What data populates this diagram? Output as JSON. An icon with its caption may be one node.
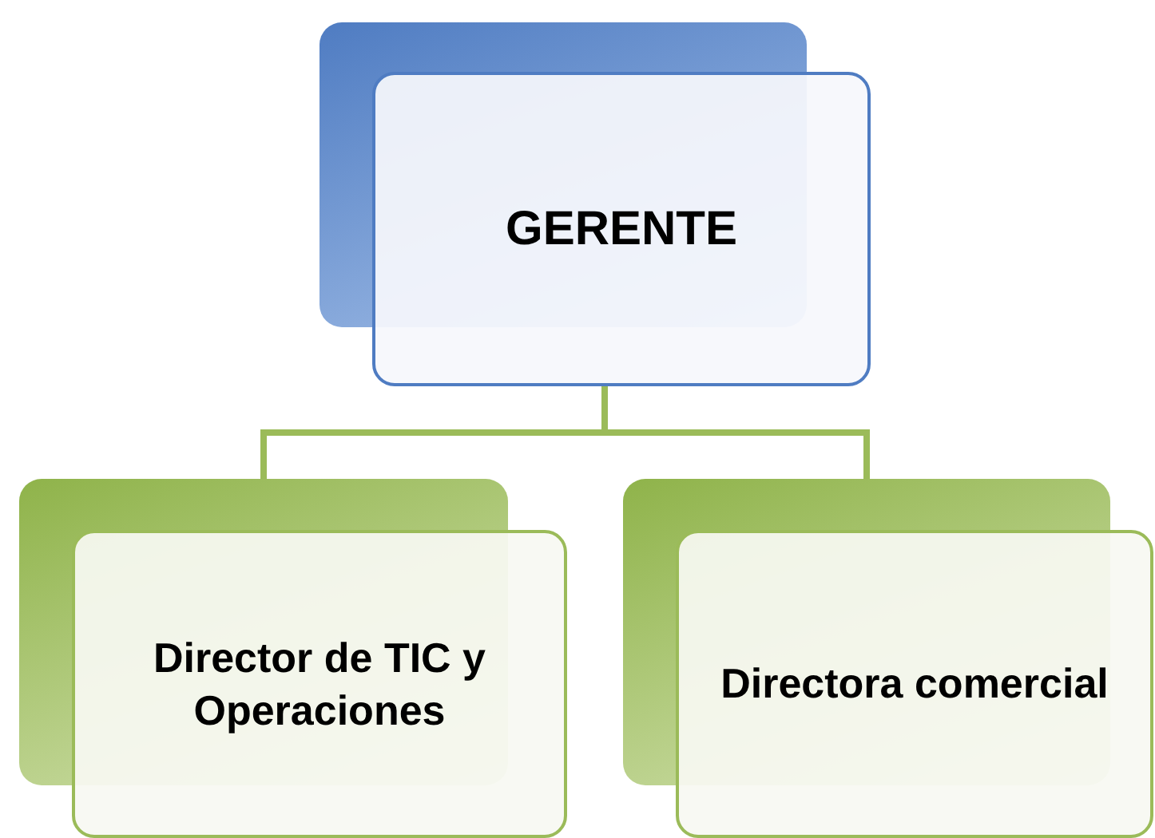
{
  "diagram": {
    "nodes": [
      {
        "text": [
          "GERENTE"
        ]
      },
      {
        "text": [
          "Director de TIC y Operaciones"
        ]
      },
      {
        "text": [
          "Directora comercial"
        ]
      }
    ],
    "edges": [
      {
        "from": 0,
        "to": 1,
        "arrow": "none"
      },
      {
        "from": 0,
        "to": 2,
        "arrow": "none"
      }
    ]
  }
}
